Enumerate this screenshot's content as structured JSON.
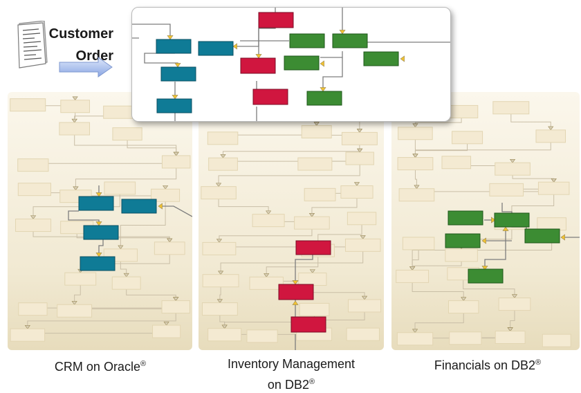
{
  "order": {
    "line1": "Customer",
    "line2": "Order",
    "icon": "document-icon",
    "arrow_icon": "right-arrow-icon"
  },
  "systems": [
    {
      "id": "crm",
      "caption": "CRM on Oracle",
      "mark": "®",
      "color": "#0f7b96"
    },
    {
      "id": "inventory",
      "caption_line1": "Inventory Management",
      "caption_line2": "on DB2",
      "mark": "®",
      "color": "#d0163f"
    },
    {
      "id": "financials",
      "caption": "Financials on DB2",
      "mark": "®",
      "color": "#3c8c33"
    }
  ],
  "colors": {
    "crm_box": "#0f7b96",
    "inventory_box": "#d0163f",
    "financials_box": "#3c8c33",
    "faded_box": "#f4ead2",
    "arrow_head": "#f1c232",
    "panel_bg": "#f3ecd8"
  }
}
